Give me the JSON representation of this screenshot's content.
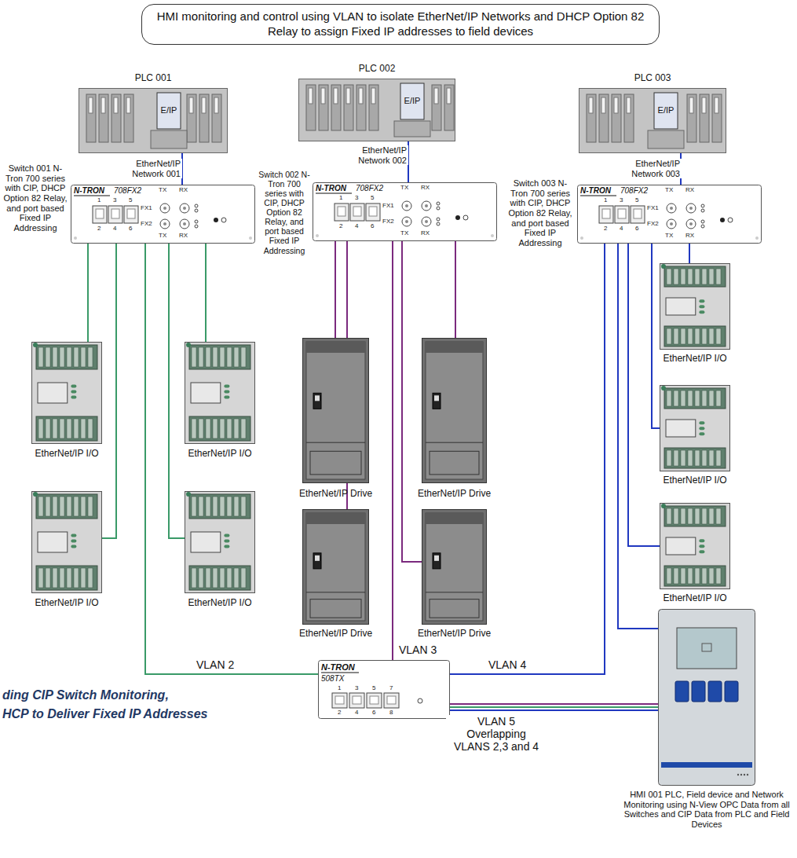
{
  "diagram": {
    "nodes": [
      {
        "text": [
          "HMI monitoring and control using VLAN to isolate EtherNet/IP Networks and DHCP Option 82 Relay to assign Fixed IP addresses to field devices"
        ]
      },
      {
        "text": [
          "PLC 001",
          "E/IP"
        ]
      },
      {
        "text": [
          "PLC 002",
          "E/IP"
        ]
      },
      {
        "text": [
          "PLC 003",
          "E/IP"
        ]
      },
      {
        "text": [
          "Switch 001 N-Tron 700 series with CIP, DHCP Option 82 Relay, and port based Fixed IP Addressing",
          "N-TRON",
          "708FX2"
        ]
      },
      {
        "text": [
          "Switch 002 N-Tron 700 series with CIP, DHCP Option 82 Relay, and port based Fixed IP Addressing",
          "N-TRON",
          "708FX2"
        ]
      },
      {
        "text": [
          "Switch 003 N-Tron 700 series with CIP, DHCP Option 82 Relay, and port based Fixed IP Addressing",
          "N-TRON",
          "708FX2"
        ]
      },
      {
        "text": [
          "EtherNet/IP I/O"
        ]
      },
      {
        "text": [
          "EtherNet/IP I/O"
        ]
      },
      {
        "text": [
          "EtherNet/IP I/O"
        ]
      },
      {
        "text": [
          "EtherNet/IP I/O"
        ]
      },
      {
        "text": [
          "EtherNet/IP Drive"
        ]
      },
      {
        "text": [
          "EtherNet/IP Drive"
        ]
      },
      {
        "text": [
          "EtherNet/IP Drive"
        ]
      },
      {
        "text": [
          "EtherNet/IP Drive"
        ]
      },
      {
        "text": [
          "EtherNet/IP I/O"
        ]
      },
      {
        "text": [
          "EtherNet/IP I/O"
        ]
      },
      {
        "text": [
          "EtherNet/IP I/O"
        ]
      },
      {
        "text": [
          "N-TRON",
          "508TX"
        ]
      },
      {
        "text": [
          "HMI 001 PLC, Field device and Network Monitoring using N-View OPC Data from all Switches and CIP Data from PLC and Field Devices"
        ]
      }
    ],
    "edges": [
      {
        "from": 1,
        "to": 4,
        "arrow": "none",
        "label": "EtherNet/IP Network 001"
      },
      {
        "from": 2,
        "to": 5,
        "arrow": "none",
        "label": "EtherNet/IP Network 002"
      },
      {
        "from": 3,
        "to": 6,
        "arrow": "none",
        "label": "EtherNet/IP Network 003"
      },
      {
        "from": 4,
        "to": 7,
        "arrow": "none"
      },
      {
        "from": 4,
        "to": 8,
        "arrow": "none"
      },
      {
        "from": 4,
        "to": 9,
        "arrow": "none"
      },
      {
        "from": 4,
        "to": 10,
        "arrow": "none"
      },
      {
        "from": 5,
        "to": 11,
        "arrow": "none"
      },
      {
        "from": 5,
        "to": 12,
        "arrow": "none"
      },
      {
        "from": 5,
        "to": 13,
        "arrow": "none"
      },
      {
        "from": 5,
        "to": 14,
        "arrow": "none"
      },
      {
        "from": 6,
        "to": 15,
        "arrow": "none"
      },
      {
        "from": 6,
        "to": 16,
        "arrow": "none"
      },
      {
        "from": 6,
        "to": 17,
        "arrow": "none"
      },
      {
        "from": 4,
        "to": 18,
        "arrow": "none",
        "label": "VLAN 2"
      },
      {
        "from": 5,
        "to": 18,
        "arrow": "none",
        "label": "VLAN 3"
      },
      {
        "from": 6,
        "to": 18,
        "arrow": "none",
        "label": "VLAN 4"
      },
      {
        "from": 6,
        "to": 19,
        "arrow": "none"
      },
      {
        "from": 18,
        "to": 19,
        "arrow": "none",
        "label": "VLAN 5 Overlapping VLANS 2,3 and 4"
      }
    ],
    "labels": [
      "ding CIP Switch Monitoring,",
      "HCP to Deliver Fixed IP Addresses",
      "1",
      "3",
      "5",
      "2",
      "4",
      "6",
      "TX",
      "RX",
      "FX1",
      "FX2",
      "TX",
      "RX",
      "1",
      "3",
      "5",
      "2",
      "4",
      "6",
      "TX",
      "RX",
      "FX1",
      "FX2",
      "TX",
      "RX",
      "1",
      "3",
      "5",
      "2",
      "4",
      "6",
      "TX",
      "RX",
      "FX1",
      "FX2",
      "TX",
      "RX",
      "1",
      "3",
      "5",
      "7",
      "2",
      "4",
      "6",
      "8"
    ]
  }
}
